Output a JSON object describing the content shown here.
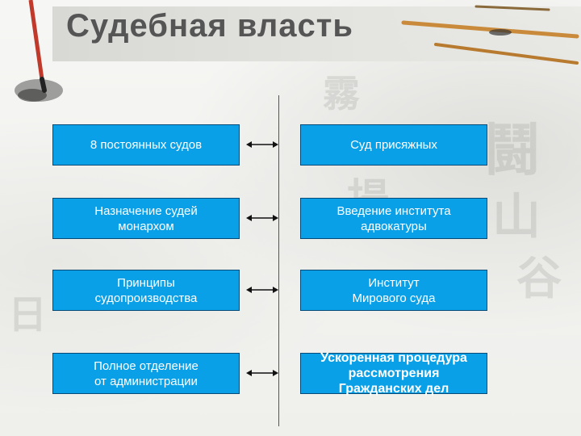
{
  "title": "Судебная власть",
  "rows": [
    {
      "left": "8 постоянных судов",
      "right": "Суд присяжных"
    },
    {
      "left": "Назначение судей\nмонархом",
      "right": "Введение института\nадвокатуры"
    },
    {
      "left": "Принципы\nсудопроизводства",
      "right": "Институт\nМирового суда"
    },
    {
      "left": "Полное отделение\nот администрации",
      "right": "Ускоренная процедура\nрассмотрения\nГражданских дел"
    }
  ],
  "colors": {
    "box_fill": "#0aa0e8",
    "box_border": "#064a78",
    "title": "#555555"
  },
  "icons": [
    "brush-icon",
    "double-arrow-icon"
  ]
}
